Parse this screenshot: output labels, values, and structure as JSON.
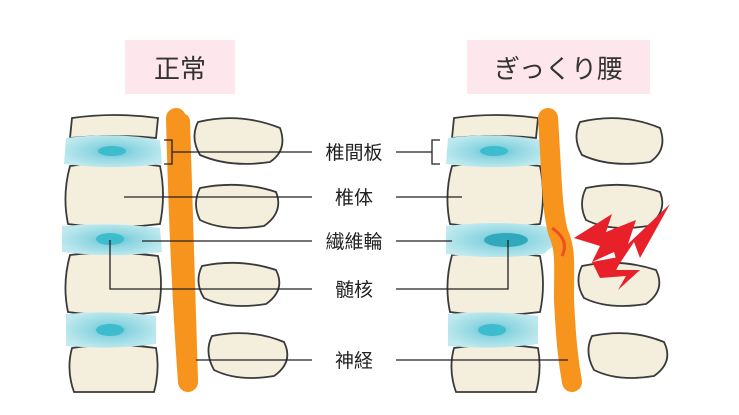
{
  "titles": {
    "normal": "正常",
    "gikkuri": "ぎっくり腰"
  },
  "labels": {
    "intervertebral_disc": "椎間板",
    "vertebral_body": "椎体",
    "annulus_fibrosus": "繊維輪",
    "nucleus_pulposus": "髄核",
    "nerve": "神経"
  },
  "colors": {
    "bone": "#f3efdc",
    "bone_outline": "#3a3a3a",
    "disc": "#9fdde6",
    "nucleus": "#3dbccd",
    "nerve": "#f7941d",
    "pain": "#e8202a",
    "title_bg": "#fde6ec"
  }
}
